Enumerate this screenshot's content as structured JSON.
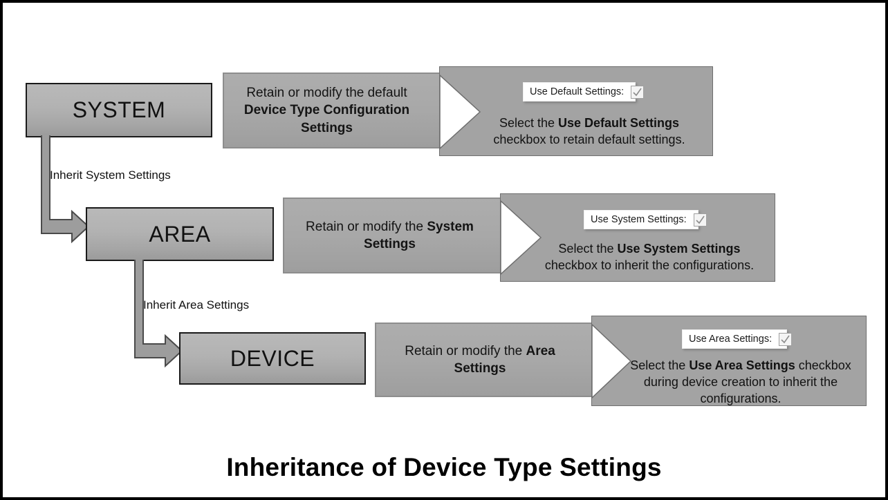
{
  "diagram": {
    "title": "Inheritance of Device Type Settings",
    "rows": [
      {
        "entity": "SYSTEM",
        "desc_prefix": "Retain or modify the default ",
        "desc_bold": "Device Type Configuration Settings",
        "desc_suffix": "",
        "checkbox_label": "Use Default Settings:",
        "checkbox_checked": true,
        "panel_prefix": "Select the ",
        "panel_bold": "Use Default Settings",
        "panel_suffix": " checkbox to retain default settings."
      },
      {
        "entity": "AREA",
        "desc_prefix": "Retain or modify the ",
        "desc_bold": "System Settings",
        "desc_suffix": "",
        "checkbox_label": "Use System Settings:",
        "checkbox_checked": true,
        "panel_prefix": "Select the ",
        "panel_bold": "Use System Settings",
        "panel_suffix": " checkbox to inherit the configurations."
      },
      {
        "entity": "DEVICE",
        "desc_prefix": "Retain or modify the ",
        "desc_bold": "Area Settings",
        "desc_suffix": "",
        "checkbox_label": "Use Area Settings:",
        "checkbox_checked": true,
        "panel_prefix": "Select the ",
        "panel_bold": "Use Area Settings",
        "panel_suffix": " checkbox during device creation to inherit the configurations."
      }
    ],
    "connectors": [
      {
        "label": "Inherit System Settings"
      },
      {
        "label": "Inherit Area Settings"
      }
    ],
    "colors": {
      "entity_fill": "#b0b0b0",
      "desc_fill": "#a8a8a8",
      "panel_fill": "#a3a3a3",
      "border": "#1a1a1a",
      "checkbox_panel": "#ffffff",
      "check_mark": "#8c8c8c"
    }
  }
}
